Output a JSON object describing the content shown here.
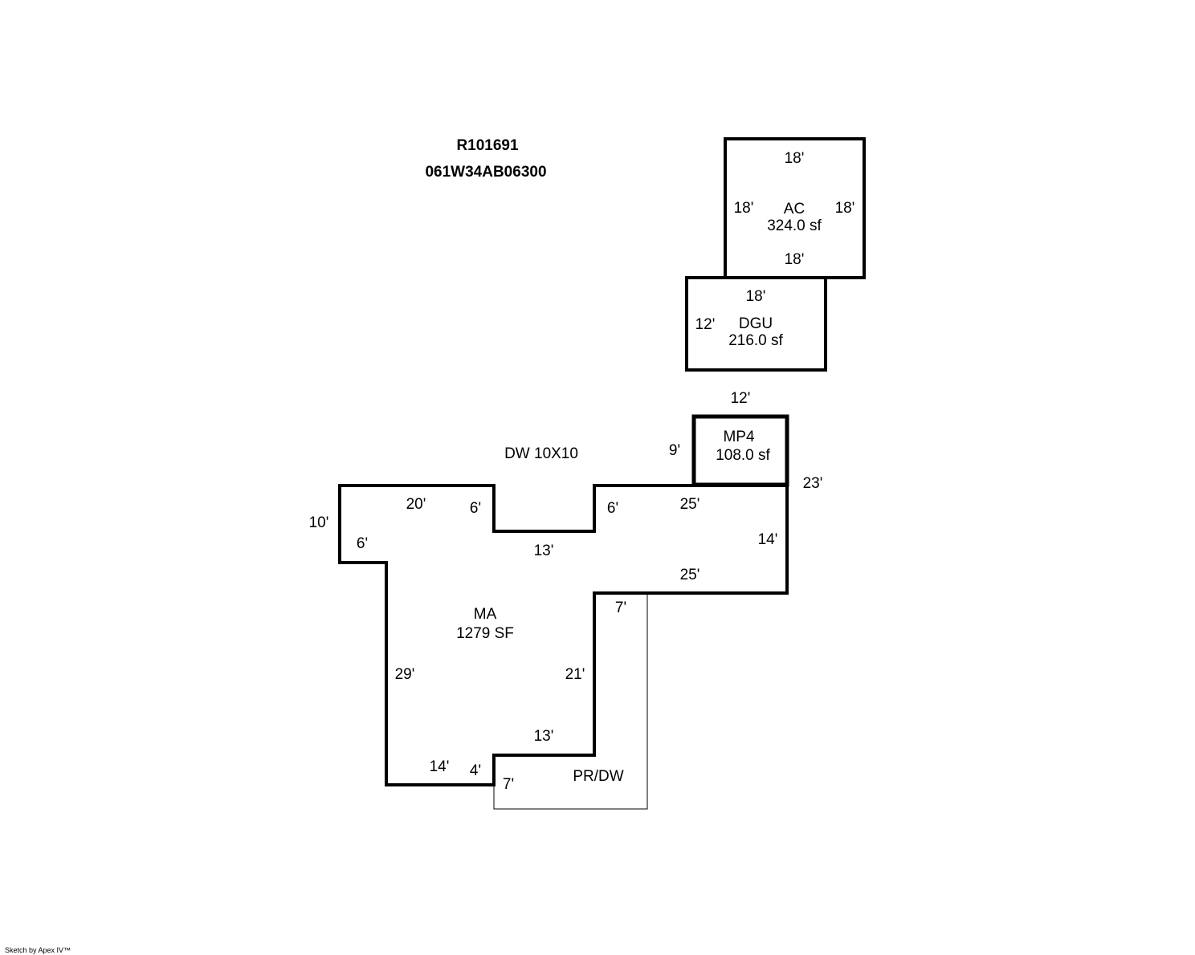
{
  "header": {
    "account_id": "R101691",
    "map_tax_lot": "061W34AB06300"
  },
  "areas": {
    "ac": {
      "code": "AC",
      "area": "324.0 sf",
      "dims": {
        "top": "18'",
        "left": "18'",
        "right": "18'",
        "bottom": "18'"
      }
    },
    "dgu": {
      "code": "DGU",
      "area": "216.0 sf",
      "dims": {
        "top": "18'",
        "left": "12'"
      }
    },
    "mp4": {
      "code": "MP4",
      "area": "108.0 sf",
      "dims": {
        "top": "12'",
        "left": "9'",
        "right": "23'"
      }
    },
    "ma": {
      "code": "MA",
      "area": "1279 SF",
      "dims": {
        "left_outer": "10'",
        "left_step": "6'",
        "top_left": "20'",
        "notch_left": "6'",
        "notch_bottom": "13'",
        "notch_right": "6'",
        "top_right": "25'",
        "right": "14'",
        "bottom_right": "25'",
        "inner_corner": "7'",
        "inner_vertical": "21'",
        "left_long": "29'",
        "inner_bottom": "13'",
        "bottom_left": "14'",
        "bottom_step": "4'",
        "prdw_left": "7'"
      }
    },
    "dw_note": "DW 10X10",
    "prdw": "PR/DW"
  },
  "footer": {
    "credit": "Sketch by Apex IV™"
  }
}
